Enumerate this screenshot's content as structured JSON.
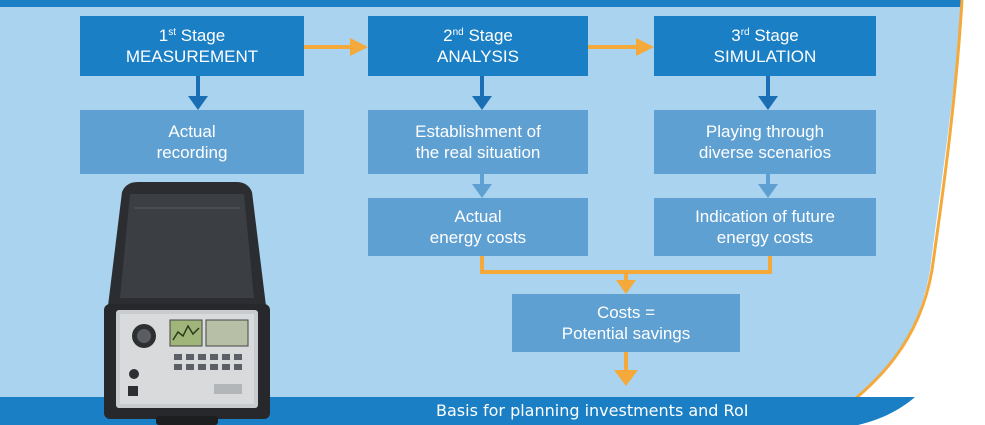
{
  "stages": [
    {
      "number": "1",
      "ordinal": "st",
      "word": "Stage",
      "name": "MEASUREMENT"
    },
    {
      "number": "2",
      "ordinal": "nd",
      "word": "Stage",
      "name": "ANALYSIS"
    },
    {
      "number": "3",
      "ordinal": "rd",
      "word": "Stage",
      "name": "SIMULATION"
    }
  ],
  "steps": {
    "actual_recording": [
      "Actual",
      "recording"
    ],
    "establishment": [
      "Establishment of",
      "the real situation"
    ],
    "playing": [
      "Playing through",
      "diverse scenarios"
    ],
    "actual_costs": [
      "Actual",
      "energy costs"
    ],
    "future_costs": [
      "Indication of future",
      "energy costs"
    ],
    "savings": [
      "Costs =",
      "Potential savings"
    ]
  },
  "footer": "Basis for planning investments and RoI",
  "colors": {
    "background": "#a9d3ef",
    "stage_box": "#1a7fc4",
    "step_box": "#5fa0d3",
    "dark_arrow": "#1a6fb4",
    "light_arrow": "#5fa0d3",
    "orange": "#f4a93a",
    "banner": "#1a7fc4"
  },
  "icons": {
    "device": "measuring-device-case-icon"
  }
}
